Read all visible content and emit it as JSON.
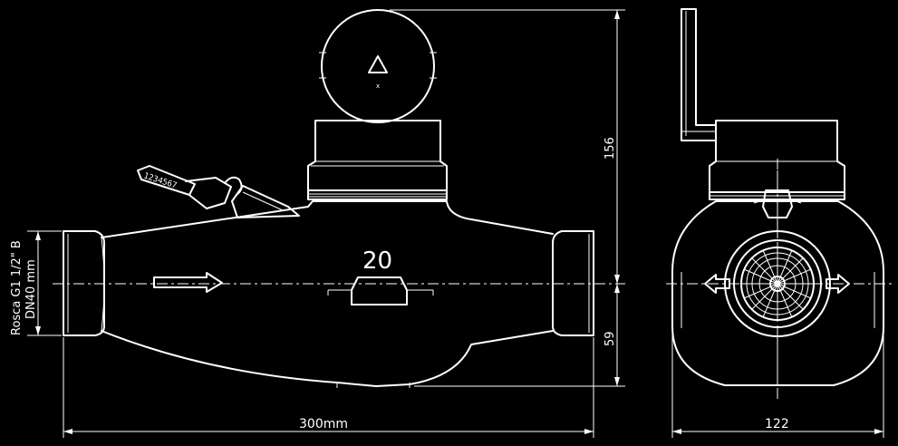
{
  "dimensions": {
    "length": "300mm",
    "height_total": "156",
    "height_lower": "59",
    "width": "122"
  },
  "labels": {
    "thread_line1": "Rosca G1 1/2\" B",
    "thread_line2": "DN40 mm",
    "size_number": "20",
    "seal_serial": "1234567",
    "dial_symbol": "x"
  }
}
